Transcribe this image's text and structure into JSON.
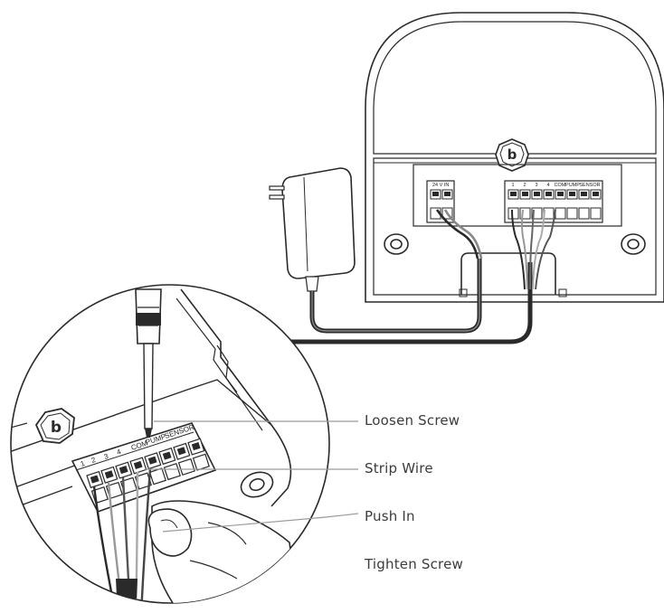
{
  "controller": {
    "power_label": "24 V IN",
    "terminal_labels": [
      "1",
      "2",
      "3",
      "4",
      "COM",
      "PUMP",
      "SENSOR"
    ],
    "logo_glyph": "b"
  },
  "zoom": {
    "terminal_labels": [
      "1",
      "2",
      "3",
      "4",
      "COM",
      "PUMP",
      "SENSOR"
    ],
    "logo_glyph": "b"
  },
  "steps": [
    "Loosen Screw",
    "Strip Wire",
    "Push In",
    "Tighten Screw"
  ],
  "colors": {
    "line": "#2a2a2a",
    "cable": "#3a3a3a",
    "callout_line": "#9a9a9a",
    "text": "#3c3c3c"
  }
}
